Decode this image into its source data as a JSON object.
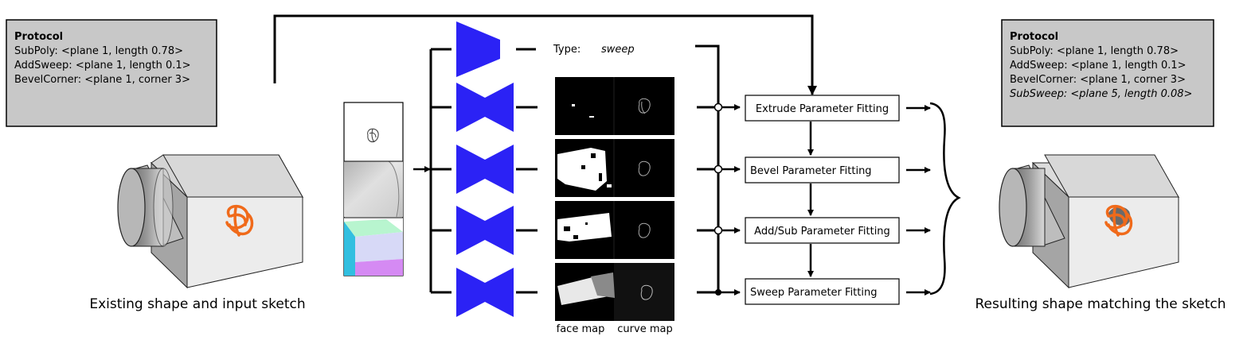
{
  "left_protocol": {
    "title": "Protocol",
    "lines": [
      "SubPoly: <plane 1, length 0.78>",
      "AddSweep: <plane 1, length 0.1>",
      "BevelCorner: <plane 1, corner 3>"
    ]
  },
  "right_protocol": {
    "title": "Protocol",
    "lines": [
      "SubPoly: <plane 1, length 0.78>",
      "AddSweep: <plane 1, length 0.1>",
      "BevelCorner: <plane 1, corner 3>",
      "SubSweep: <plane 5, length 0.08>"
    ],
    "new_step_index": 3
  },
  "type_output": {
    "label": "Type:",
    "value": "sweep"
  },
  "fitting_steps": [
    "Extrude Parameter Fitting",
    "Bevel Parameter Fitting",
    "Add/Sub Parameter Fitting",
    "Sweep Parameter Fitting"
  ],
  "map_labels": {
    "face": "face map",
    "curve": "curve map"
  },
  "captions": {
    "left": "Existing shape and input sketch",
    "right": "Resulting shape matching the sketch"
  },
  "colors": {
    "network": "#2b22f5",
    "sketch": "#f06a1a",
    "protocol_bg": "#c8c8c8",
    "map_bg": "#000000",
    "normal_top": "#b8f5cf",
    "normal_front": "#d7d9f7",
    "normal_bottom": "#d58af3",
    "normal_side": "#31bfe0"
  }
}
